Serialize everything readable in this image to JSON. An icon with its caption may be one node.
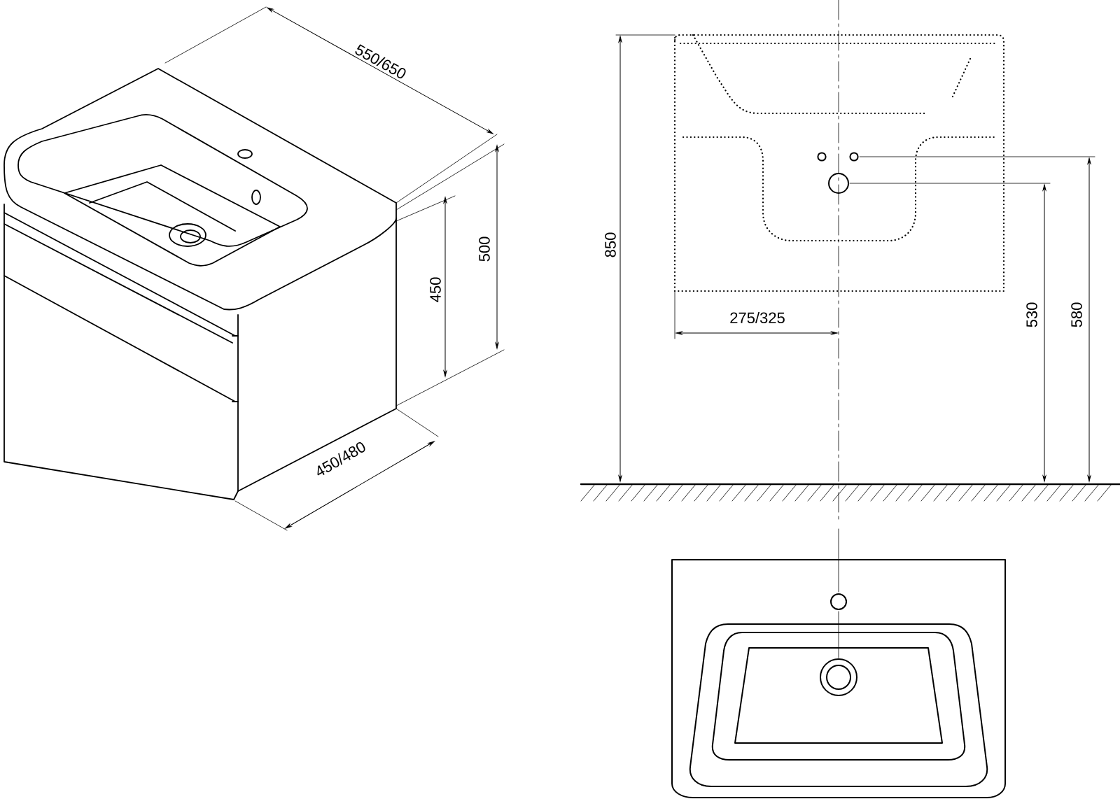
{
  "diagram": {
    "labels": [
      "550/650",
      "850",
      "500",
      "450",
      "275/325",
      "530",
      "580",
      "450/480"
    ]
  }
}
